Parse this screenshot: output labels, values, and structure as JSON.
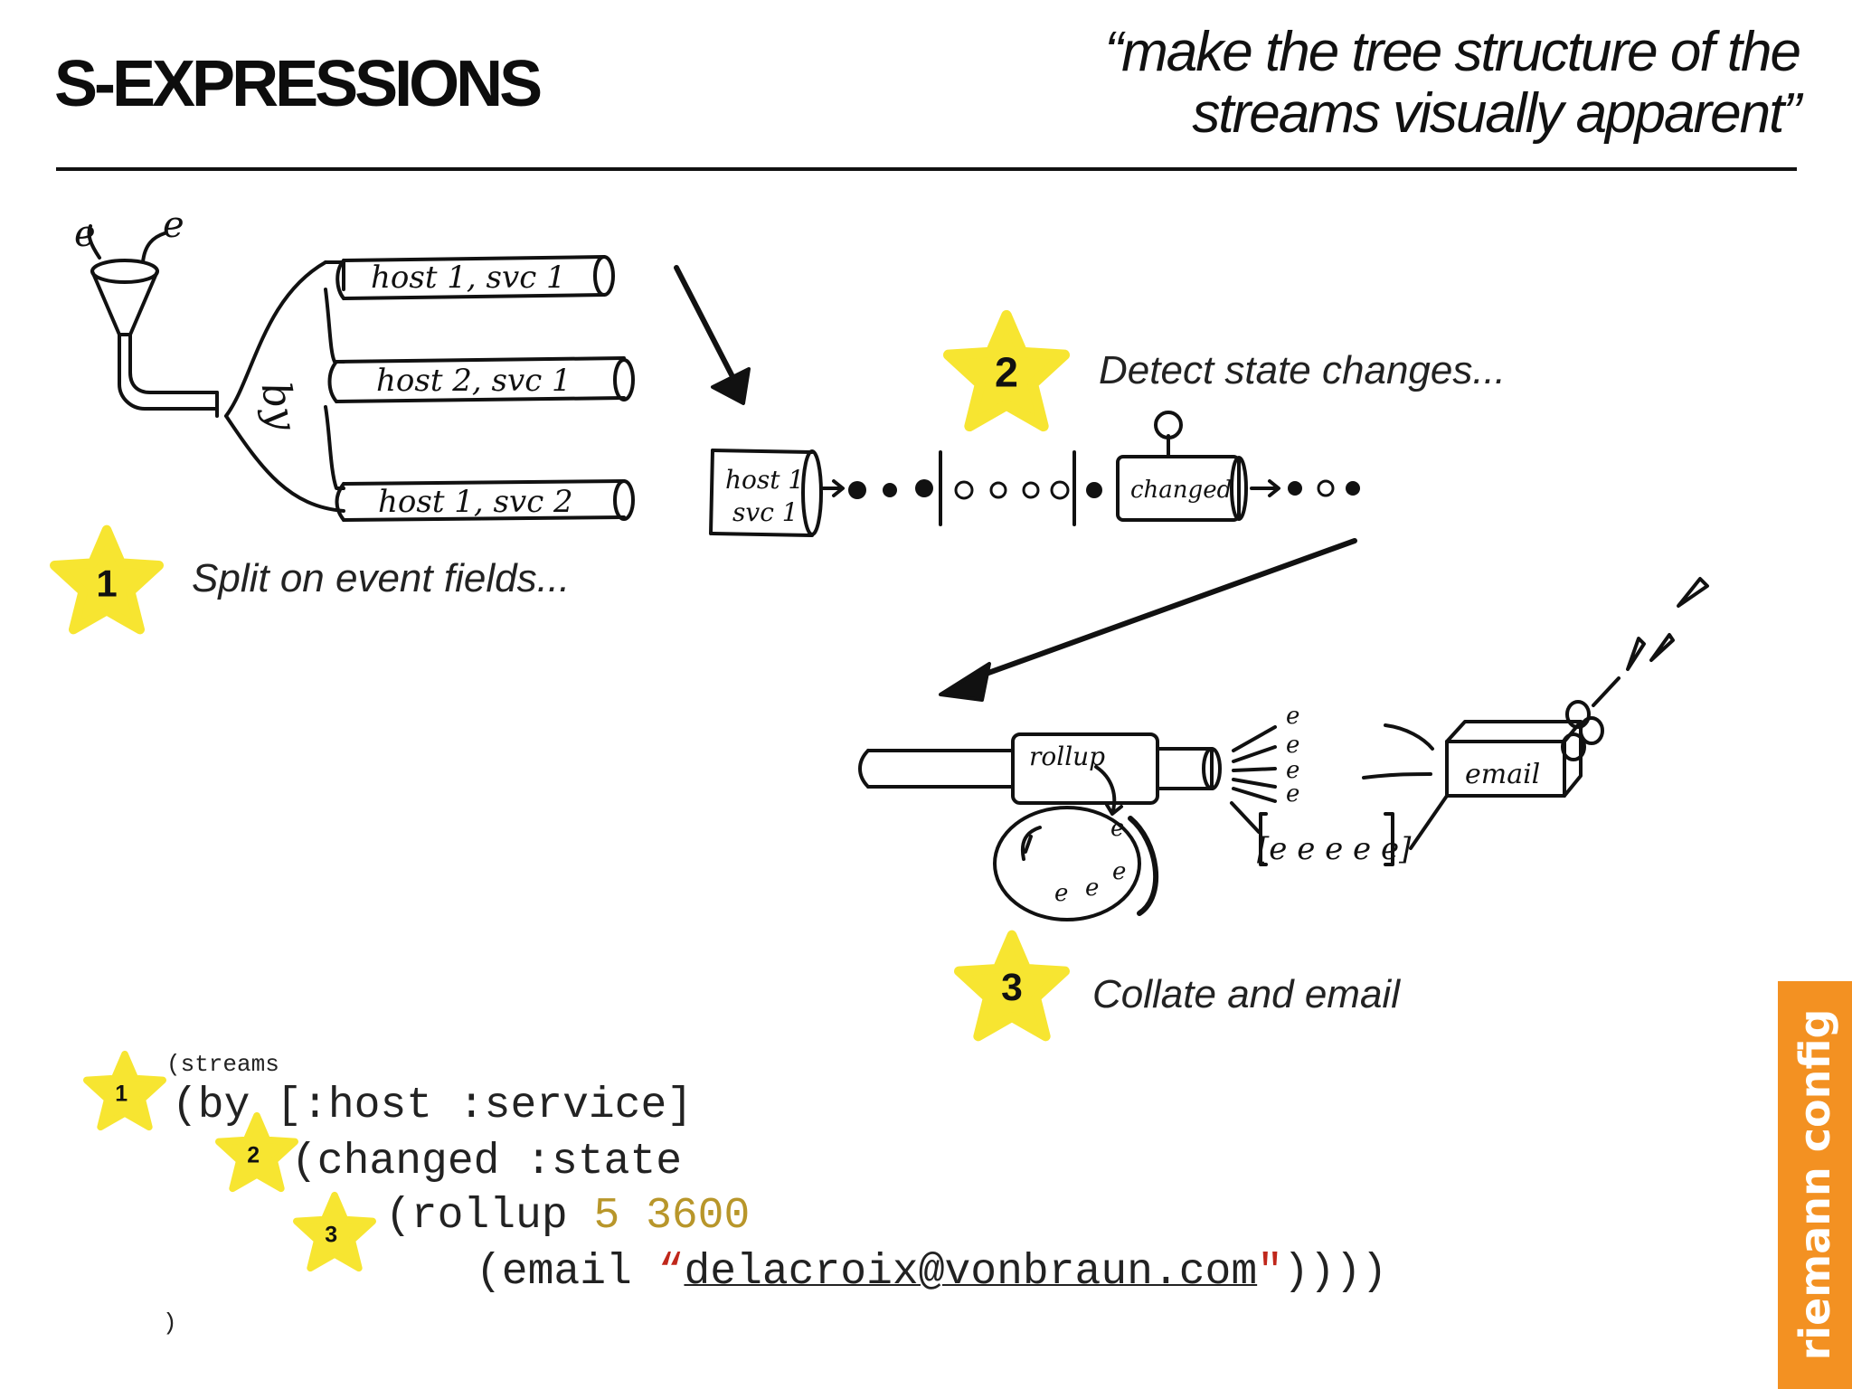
{
  "slide": {
    "title": "S-EXPRESSIONS",
    "quote_line1": "“make the tree structure of the",
    "quote_line2": "streams visually apparent”"
  },
  "steps": [
    {
      "number": "1",
      "caption": "Split on event fields..."
    },
    {
      "number": "2",
      "caption": "Detect state changes..."
    },
    {
      "number": "3",
      "caption": "Collate and email"
    }
  ],
  "sketch_labels": {
    "event": "e",
    "by": "by",
    "pipe1": "host 1, svc 1",
    "pipe2": "host 2, svc 1",
    "pipe3": "host 1, svc 2",
    "stream_host": "host 1",
    "stream_svc": "svc 1",
    "changed": "changed",
    "rollup": "rollup",
    "email": "email",
    "batch": "[e e e e e]"
  },
  "code": {
    "line0": "(streams",
    "line1": "(by [:host :service]",
    "line2_prefix": "(changed :state",
    "line3_prefix": "(rollup ",
    "line3_num1": "5",
    "line3_num2": "3600",
    "line4_prefix": "(email ",
    "line4_quote_open": "“",
    "line4_email": "delacroix@vonbraun.com",
    "line4_quote_close": "\"",
    "line4_suffix": "))))",
    "line5": ")"
  },
  "badge": {
    "label": "riemann config",
    "color": "#f39122"
  },
  "colors": {
    "star": "#f7e531",
    "number_literal": "#b8962a",
    "string_quote": "#c0271b"
  }
}
